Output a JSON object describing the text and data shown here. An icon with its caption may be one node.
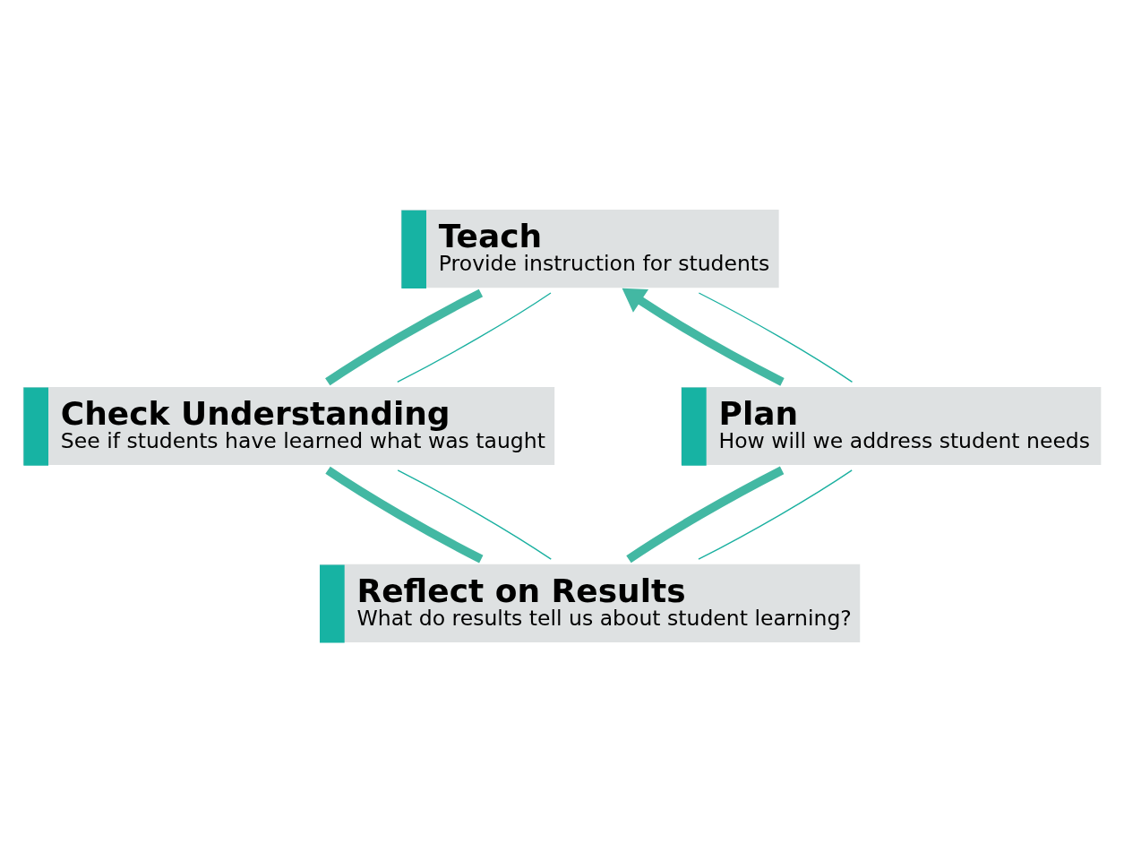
{
  "diagram": {
    "nodes": [
      {
        "text": [
          "Teach",
          "Provide instruction for students"
        ]
      },
      {
        "text": [
          "Check Understanding",
          "See if students have learned what was taught"
        ]
      },
      {
        "text": [
          "Reflect on Results",
          "What do results tell us about student learning?"
        ]
      },
      {
        "text": [
          "Plan",
          "How will we address student needs"
        ]
      }
    ],
    "edges": [
      {
        "from": 3,
        "to": 0,
        "arrow": "to",
        "style": "thick"
      },
      {
        "from": 0,
        "to": 1,
        "arrow": "none",
        "style": "thick"
      },
      {
        "from": 1,
        "to": 2,
        "arrow": "none",
        "style": "thick"
      },
      {
        "from": 2,
        "to": 3,
        "arrow": "none",
        "style": "thick"
      },
      {
        "from": 0,
        "to": 1,
        "arrow": "none"
      },
      {
        "from": 1,
        "to": 2,
        "arrow": "none"
      },
      {
        "from": 2,
        "to": 3,
        "arrow": "none"
      },
      {
        "from": 3,
        "to": 0,
        "arrow": "none"
      }
    ]
  }
}
